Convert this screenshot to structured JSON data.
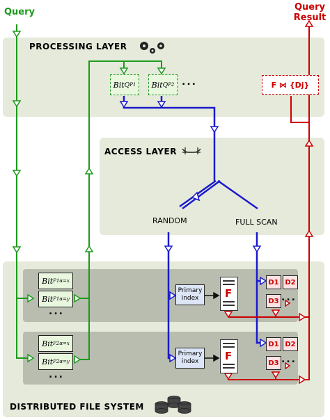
{
  "titles": {
    "query": "Query",
    "query_result_line1": "Query",
    "query_result_line2": "Result"
  },
  "layers": {
    "processing": "PROCESSING  LAYER",
    "access": "ACCESS LAYER",
    "dfs": "DISTRIBUTED FILE SYSTEM"
  },
  "processing": {
    "bitq1": "Bit",
    "bitq1_sup": "P1",
    "bitq1_sub": "Q",
    "bitq2": "Bit",
    "bitq2_sup": "P2",
    "bitq2_sub": "Q",
    "dots": "...",
    "join": "F ⋈ {Dj}"
  },
  "access": {
    "random": "RANDOM",
    "full_scan": "FULL SCAN"
  },
  "dfs": {
    "group1": {
      "bit_x": "Bit",
      "bit_x_sup": "P1",
      "bit_x_sub": "α=x",
      "bit_y": "Bit",
      "bit_y_sup": "P1",
      "bit_y_sub": "α=y",
      "dots": "...",
      "primary_index": "Primary index",
      "f": "F",
      "d1": "D1",
      "d2": "D2",
      "d3": "D3",
      "more": "..."
    },
    "group2": {
      "bit_x": "Bit",
      "bit_x_sup": "P2",
      "bit_x_sub": "α=x",
      "bit_y": "Bit",
      "bit_y_sup": "P2",
      "bit_y_sub": "α=y",
      "dots": "...",
      "primary_index": "Primary index",
      "f": "F",
      "d1": "D1",
      "d2": "D2",
      "d3": "D3",
      "more": "..."
    }
  },
  "colors": {
    "green": "#1c9a1c",
    "blue": "#1a1acc",
    "red": "#cc0000",
    "black": "#111111"
  }
}
